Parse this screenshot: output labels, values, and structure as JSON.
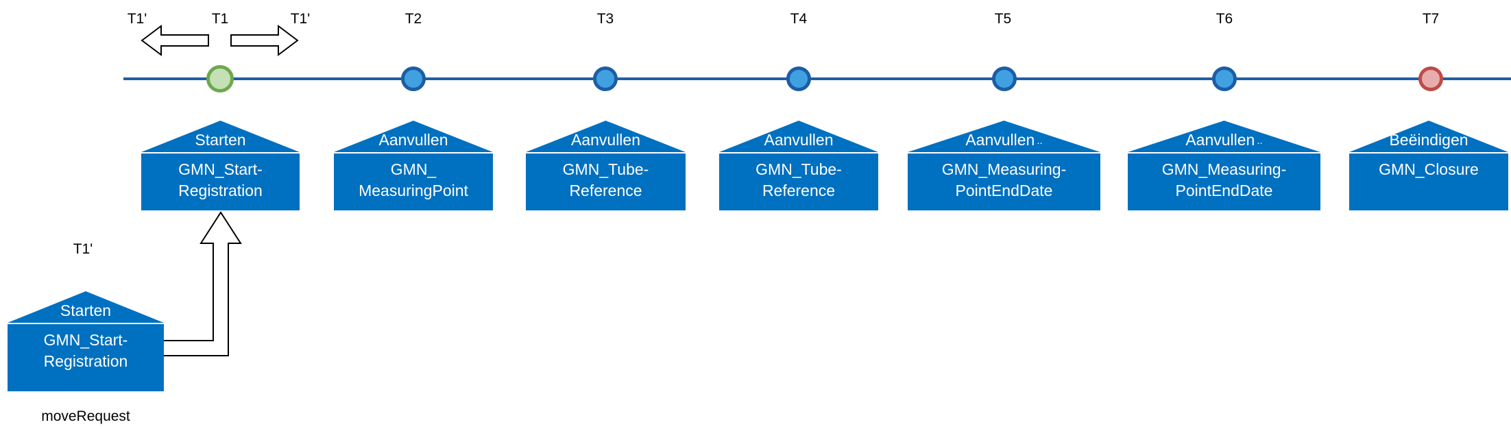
{
  "timeline": {
    "prime_label_left": "T1'",
    "prime_label_right": "T1'",
    "events": [
      {
        "tick": "T1",
        "action": "Starten",
        "body_line1": "GMN_Start-",
        "body_line2": "Registration",
        "marker": "start"
      },
      {
        "tick": "T2",
        "action": "Aanvullen",
        "body_line1": "GMN_",
        "body_line2": "MeasuringPoint",
        "marker": "normal"
      },
      {
        "tick": "T3",
        "action": "Aanvullen",
        "body_line1": "GMN_Tube-",
        "body_line2": "Reference",
        "marker": "normal"
      },
      {
        "tick": "T4",
        "action": "Aanvullen",
        "body_line1": "GMN_Tube-",
        "body_line2": "Reference",
        "marker": "normal"
      },
      {
        "tick": "T5",
        "action": "Aanvullen",
        "action_suffix": "..",
        "body_line1": "GMN_Measuring-",
        "body_line2": "PointEndDate",
        "marker": "normal"
      },
      {
        "tick": "T6",
        "action": "Aanvullen",
        "action_suffix": "..",
        "body_line1": "GMN_Measuring-",
        "body_line2": "PointEndDate",
        "marker": "normal"
      },
      {
        "tick": "T7",
        "action": "Beëindigen",
        "body_line1": "GMN_Closure",
        "body_line2": "",
        "marker": "end"
      }
    ]
  },
  "move_request": {
    "label": "T1'",
    "action": "Starten",
    "body_line1": "GMN_Start-",
    "body_line2": "Registration",
    "caption": "moveRequest"
  },
  "colors": {
    "node_fill": "#0070C0",
    "timeline_line": "#1F5FA6",
    "circle_fill": "#41A1E0",
    "circle_border": "#1C5DA6",
    "start_circle_fill": "#C5E0B4",
    "start_circle_border": "#6DA84E",
    "end_circle_fill": "#E8ACAC",
    "end_circle_border": "#BE4B48",
    "arrow_fill": "#FFFFFF",
    "arrow_outline": "#000000"
  }
}
